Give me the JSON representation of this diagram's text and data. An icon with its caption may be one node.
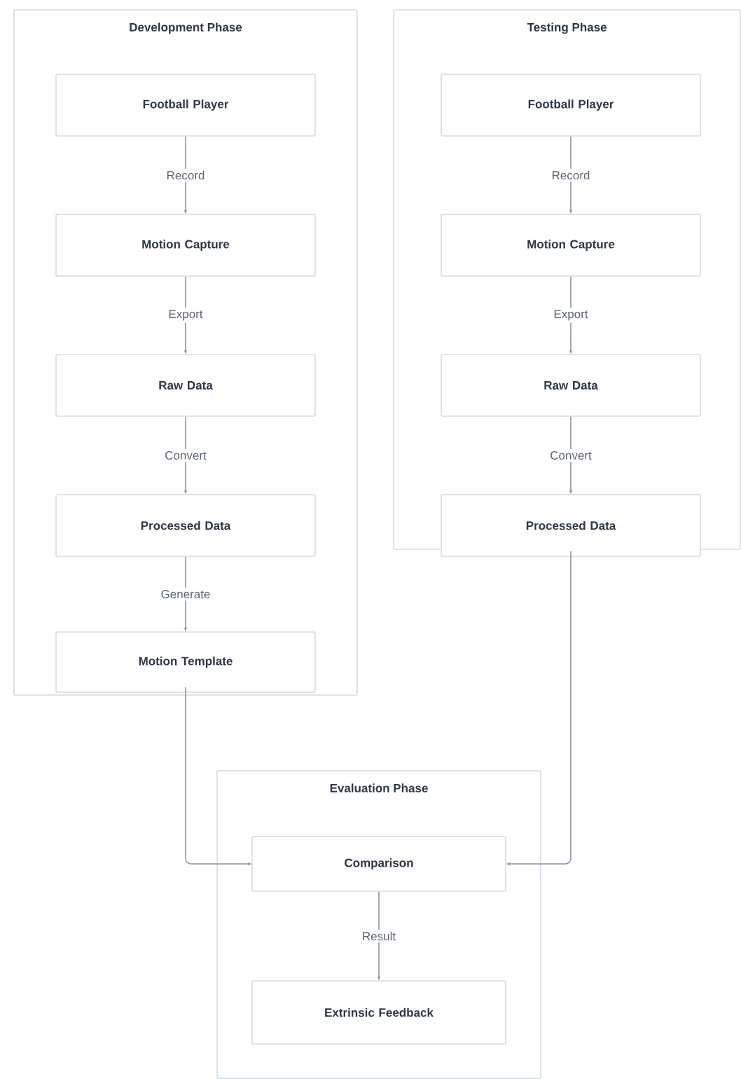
{
  "diagram": {
    "nodes": [
      {
        "text": [
          "Development Phase"
        ]
      },
      {
        "text": [
          "Football Player"
        ],
        "in": 0
      },
      {
        "text": [
          "Motion Capture"
        ],
        "in": 0
      },
      {
        "text": [
          "Raw Data"
        ],
        "in": 0
      },
      {
        "text": [
          "Processed Data"
        ],
        "in": 0
      },
      {
        "text": [
          "Motion Template"
        ],
        "in": 0
      },
      {
        "text": [
          "Testing Phase"
        ]
      },
      {
        "text": [
          "Football Player"
        ],
        "in": 6
      },
      {
        "text": [
          "Motion Capture"
        ],
        "in": 6
      },
      {
        "text": [
          "Raw Data"
        ],
        "in": 6
      },
      {
        "text": [
          "Processed Data"
        ],
        "in": 6
      },
      {
        "text": [
          "Evaluation Phase"
        ]
      },
      {
        "text": [
          "Comparison"
        ],
        "in": 11
      },
      {
        "text": [
          "Extrinsic Feedback"
        ],
        "in": 11
      }
    ],
    "edges": [
      {
        "from": 1,
        "to": 2,
        "arrow": "to",
        "label": "Record"
      },
      {
        "from": 2,
        "to": 3,
        "arrow": "to",
        "label": "Export"
      },
      {
        "from": 3,
        "to": 4,
        "arrow": "to",
        "label": "Convert"
      },
      {
        "from": 4,
        "to": 5,
        "arrow": "to",
        "label": "Generate"
      },
      {
        "from": 7,
        "to": 8,
        "arrow": "to",
        "label": "Record"
      },
      {
        "from": 8,
        "to": 9,
        "arrow": "to",
        "label": "Export"
      },
      {
        "from": 9,
        "to": 10,
        "arrow": "to",
        "label": "Convert"
      },
      {
        "from": 5,
        "to": 12,
        "arrow": "to"
      },
      {
        "from": 10,
        "to": 12,
        "arrow": "to"
      },
      {
        "from": 12,
        "to": 13,
        "arrow": "to",
        "label": "Result"
      }
    ]
  }
}
